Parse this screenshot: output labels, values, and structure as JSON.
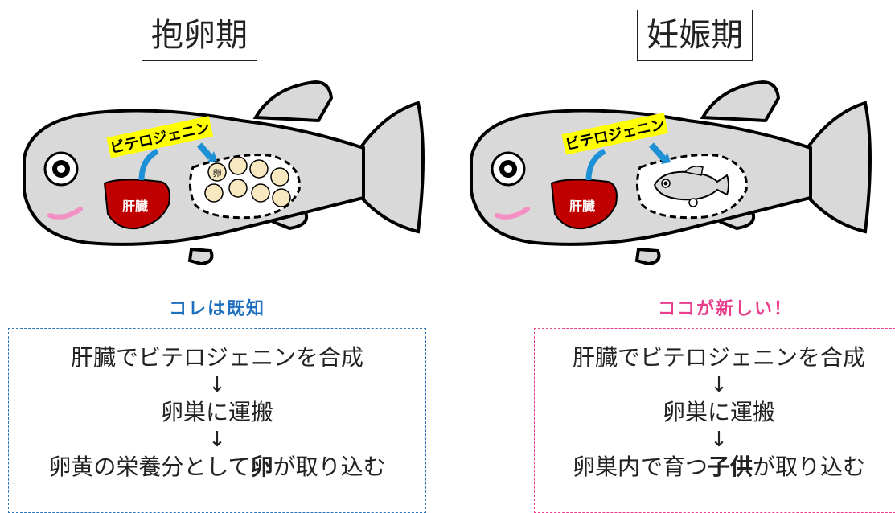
{
  "colors": {
    "fish_body": "#d9d9d9",
    "liver": "#c00000",
    "label_bg": "#ffff00",
    "arrow": "#1e90d6",
    "egg": "#f8e8c0",
    "cheek": "#f48fc4",
    "caption_left": "#1f6fbf",
    "caption_right": "#e83e8c",
    "box_left_border": "#2e75b6",
    "box_right_border": "#e83e8c"
  },
  "panels": [
    {
      "title": "抱卵期",
      "label_vitellogenin": "ビテロジェニン",
      "label_liver": "肝臓",
      "label_egg": "卵",
      "caption": "コレは既知",
      "steps": [
        "肝臓でビテロジェニンを合成",
        "卵巣に運搬"
      ],
      "arrow_symbol": "↓",
      "last_step": {
        "before": "卵黄の栄養分として",
        "bold": "卵",
        "after": "が取り込む"
      }
    },
    {
      "title": "妊娠期",
      "label_vitellogenin": "ビテロジェニン",
      "label_liver": "肝臓",
      "caption": "ココが新しい！",
      "steps": [
        "肝臓でビテロジェニンを合成",
        "卵巣に運搬"
      ],
      "arrow_symbol": "↓",
      "last_step": {
        "before": "卵巣内で育つ",
        "bold": "子供",
        "after": "が取り込む"
      }
    }
  ]
}
